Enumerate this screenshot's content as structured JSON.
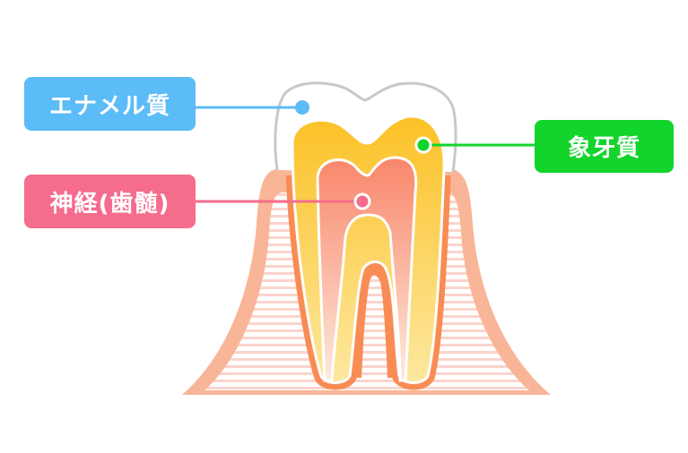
{
  "labels": {
    "enamel": "エナメル質",
    "nerve": "神経(歯髄)",
    "dentin": "象牙質"
  },
  "colors": {
    "enamel": "#5cbcf7",
    "nerve": "#f56c8c",
    "dentin": "#12d42a",
    "gum": "#f9b597",
    "cementum": "#f98c55",
    "dentin_fill": "#fcc32e",
    "pulp": "#f9866a",
    "enamel_outline": "#c8c8c8"
  }
}
